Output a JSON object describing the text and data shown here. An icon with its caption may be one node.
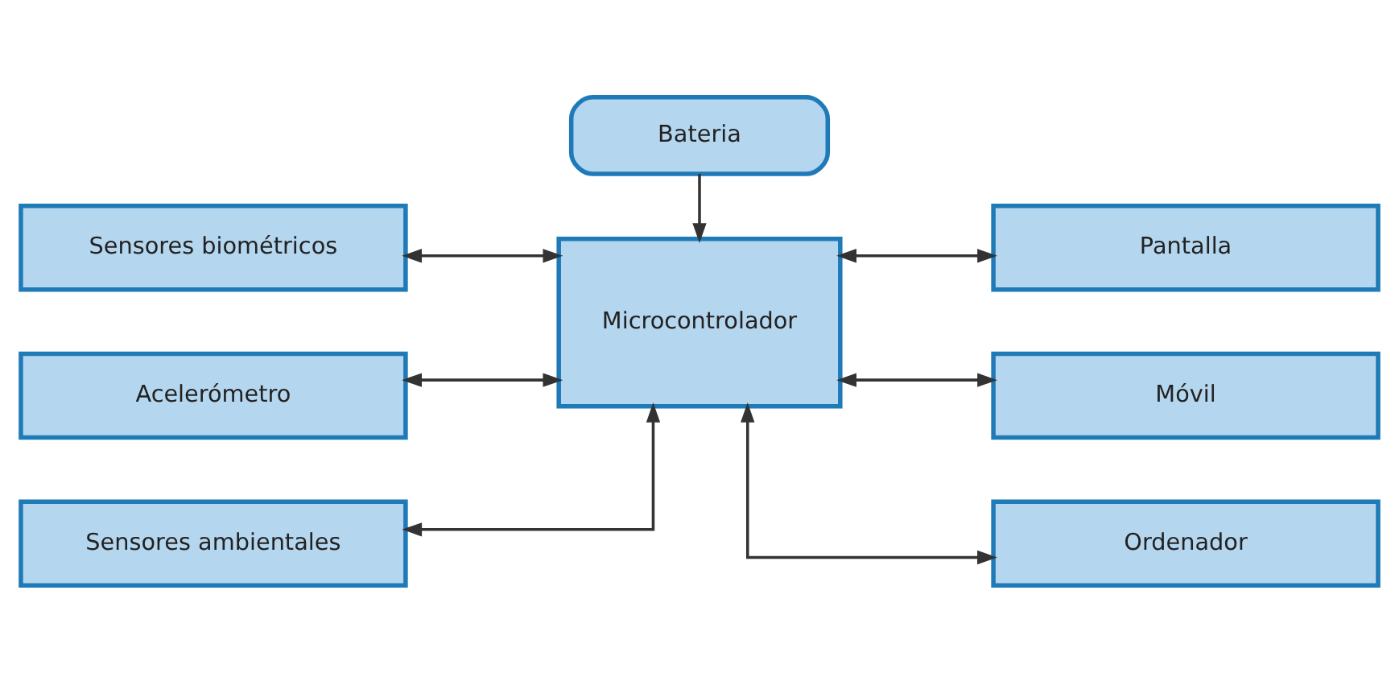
{
  "diagram": {
    "nodes": [
      {
        "text": [
          "Bateria"
        ]
      },
      {
        "text": [
          "Sensores biométricos"
        ]
      },
      {
        "text": [
          "Acelerómetro"
        ]
      },
      {
        "text": [
          "Sensores ambientales"
        ]
      },
      {
        "text": [
          "Microcontrolador"
        ]
      },
      {
        "text": [
          "Pantalla"
        ]
      },
      {
        "text": [
          "Móvil"
        ]
      },
      {
        "text": [
          "Ordenador"
        ]
      }
    ],
    "edges": [
      {
        "from": 0,
        "to": 4,
        "arrow": "to"
      },
      {
        "from": 4,
        "to": 1,
        "arrow": "both"
      },
      {
        "from": 4,
        "to": 2,
        "arrow": "both"
      },
      {
        "from": 4,
        "to": 3,
        "arrow": "both"
      },
      {
        "from": 4,
        "to": 5,
        "arrow": "both"
      },
      {
        "from": 4,
        "to": 6,
        "arrow": "both"
      },
      {
        "from": 4,
        "to": 7,
        "arrow": "both"
      }
    ]
  }
}
